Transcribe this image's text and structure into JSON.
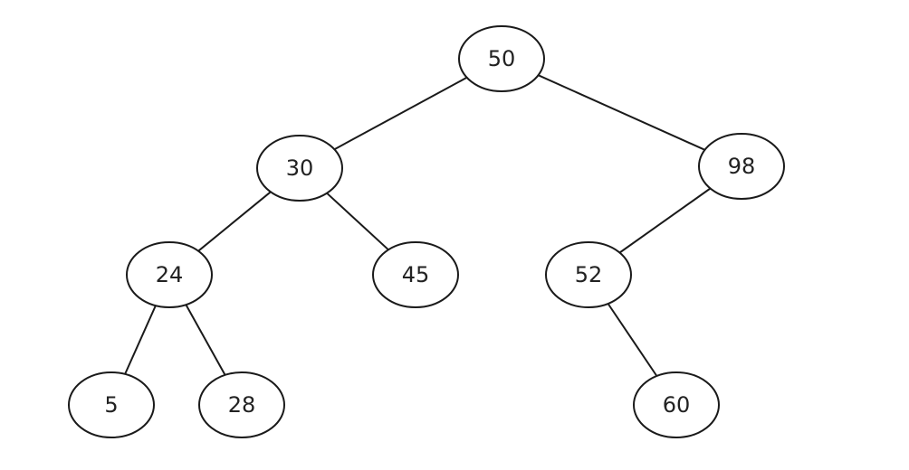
{
  "tree": {
    "nodes": [
      {
        "id": "n50",
        "label": "50"
      },
      {
        "id": "n30",
        "label": "30"
      },
      {
        "id": "n98",
        "label": "98"
      },
      {
        "id": "n24",
        "label": "24"
      },
      {
        "id": "n45",
        "label": "45"
      },
      {
        "id": "n52",
        "label": "52"
      },
      {
        "id": "n5",
        "label": "5"
      },
      {
        "id": "n28",
        "label": "28"
      },
      {
        "id": "n60",
        "label": "60"
      }
    ],
    "edges": [
      {
        "from": "n50",
        "to": "n30"
      },
      {
        "from": "n50",
        "to": "n98"
      },
      {
        "from": "n30",
        "to": "n24"
      },
      {
        "from": "n30",
        "to": "n45"
      },
      {
        "from": "n98",
        "to": "n52"
      },
      {
        "from": "n24",
        "to": "n5"
      },
      {
        "from": "n24",
        "to": "n28"
      },
      {
        "from": "n52",
        "to": "n60"
      }
    ]
  }
}
